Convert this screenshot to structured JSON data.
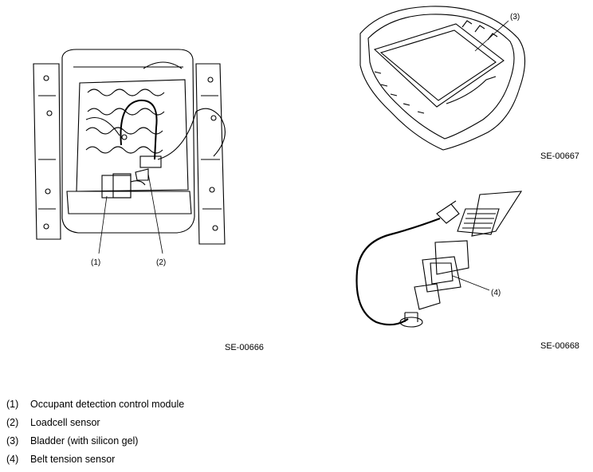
{
  "figures": [
    {
      "code": "SE-00666",
      "callouts": [
        "(1)",
        "(2)"
      ]
    },
    {
      "code": "SE-00667",
      "callouts": [
        "(3)"
      ]
    },
    {
      "code": "SE-00668",
      "callouts": [
        "(4)"
      ]
    }
  ],
  "legend": [
    {
      "num": "(1)",
      "text": "Occupant detection control module"
    },
    {
      "num": "(2)",
      "text": "Loadcell sensor"
    },
    {
      "num": "(3)",
      "text": "Bladder (with silicon gel)"
    },
    {
      "num": "(4)",
      "text": "Belt tension sensor"
    }
  ]
}
